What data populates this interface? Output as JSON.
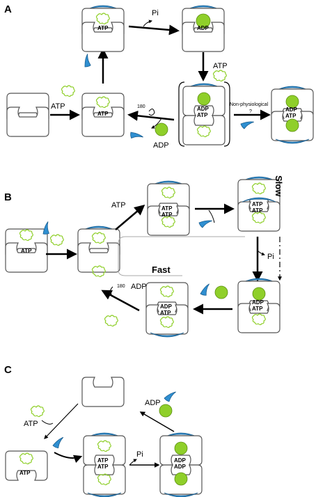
{
  "panels": {
    "A": {
      "letter": "A",
      "labels": {
        "pi": "Pi",
        "atp_in_left": "ATP",
        "atp_in_right": "ATP",
        "rot": "180",
        "adp_out": "ADP",
        "non_phys": "Non-physiological",
        "question": "?"
      },
      "nucleotides": {
        "top_left_top": "ATP",
        "top_right_top": "ADP",
        "mid_left_bottom": "ATP",
        "bracket_top": "ADP",
        "bracket_bottom": "ATP",
        "right_top": "ADP",
        "right_bottom": "ATP"
      }
    },
    "B": {
      "letter": "B",
      "labels": {
        "atp_in": "ATP",
        "slow": "Slow",
        "pi": "Pi",
        "fast": "Fast",
        "rot": "180",
        "adp_out": "ADP"
      },
      "nucleotides": {
        "first_top": "ATP",
        "top_center_1": "ATP",
        "top_center_2": "ATP",
        "top_right_1": "ATP",
        "top_right_2": "ATP",
        "bottom_right_1": "ADP",
        "bottom_right_2": "ATP",
        "bottom_mid_1": "ADP",
        "bottom_mid_2": "ATP"
      }
    },
    "C": {
      "letter": "C",
      "labels": {
        "atp_in": "ATP",
        "adp_out": "ADP",
        "pi": "Pi"
      },
      "nucleotides": {
        "left_single": "ATP",
        "center_1": "ATP",
        "center_2": "ATP",
        "right_1": "ADP",
        "right_2": "ADP"
      }
    }
  },
  "colors": {
    "lid_blue": "#2f8fd1",
    "nucleotide_green": "#8fcf2a",
    "stroke": "#4a4a4a"
  }
}
